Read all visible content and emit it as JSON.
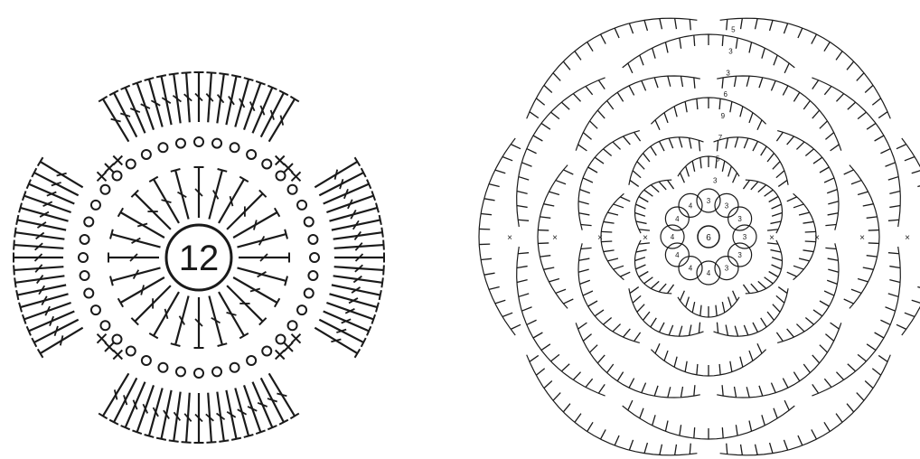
{
  "left_chart": {
    "center_label": "12",
    "ink_color": "#1a1a1a",
    "background": "#ffffff",
    "rounds": [
      {
        "name": "round-1",
        "stitch": "double-crochet",
        "count": 24
      },
      {
        "name": "round-2",
        "stitch": "chain-and-single-crochet",
        "groups": 4
      },
      {
        "name": "round-3",
        "stitch": "double-crochet-fan",
        "petals": 4
      }
    ]
  },
  "right_chart": {
    "center_label": "6",
    "ink_color": "#1a1a1a",
    "background": "#ffffff",
    "petals": 6,
    "inner_loop_labels": [
      "3",
      "3",
      "3",
      "3",
      "3",
      "3",
      "4",
      "4",
      "4",
      "4",
      "4",
      "4"
    ],
    "row_labels": [
      "3",
      "5",
      "7",
      "9",
      "6",
      "3",
      "3",
      "5"
    ],
    "edge_markers": [
      "×",
      "×",
      "×",
      "×",
      "×",
      "×",
      "×",
      "×"
    ]
  }
}
